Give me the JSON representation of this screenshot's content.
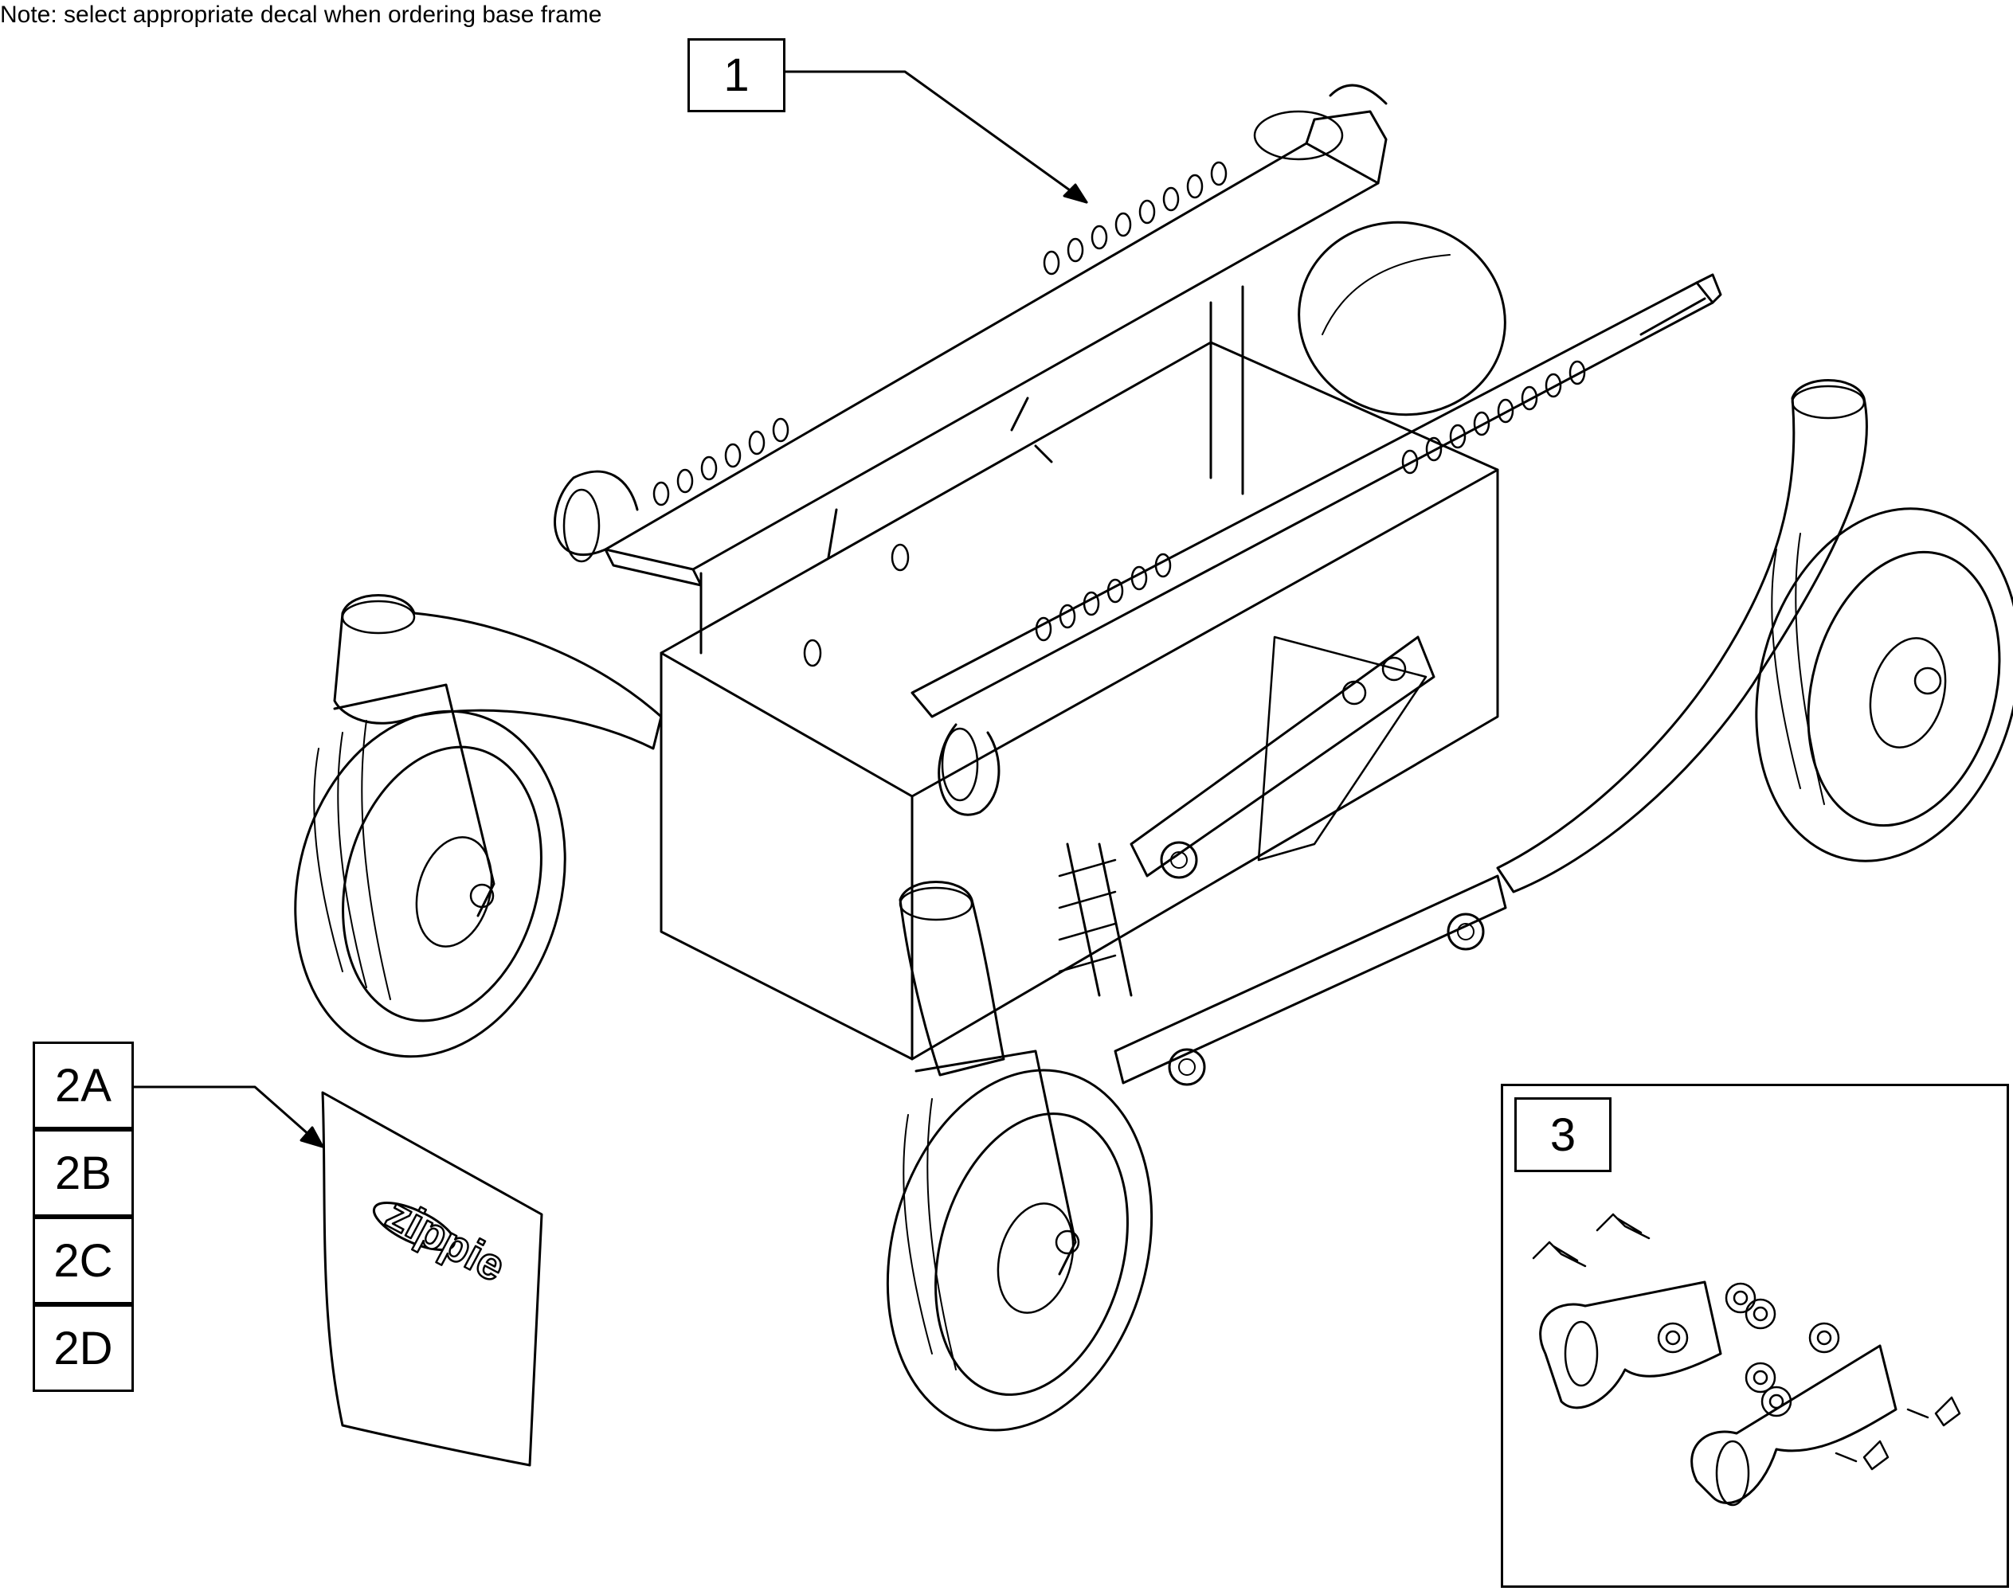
{
  "note": "Note: select appropriate decal when ordering base frame",
  "callouts": {
    "c1": "1",
    "c2a": "2A",
    "c2b": "2B",
    "c2c": "2C",
    "c2d": "2D",
    "c3": "3"
  },
  "decal_logo": "zippie",
  "icons": {
    "base_frame": "wheelchair-base-frame-icon",
    "decal": "zippie-decal-icon",
    "hardware_kit": "tie-down-bracket-hardware-icon"
  }
}
